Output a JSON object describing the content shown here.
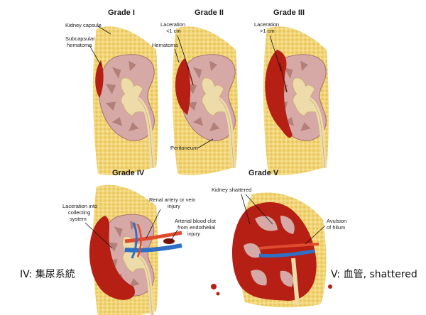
{
  "grades": {
    "i": {
      "title": "Grade I"
    },
    "ii": {
      "title": "Grade II"
    },
    "iii": {
      "title": "Grade III"
    },
    "iv": {
      "title": "Grade IV"
    },
    "v": {
      "title": "Grade V"
    }
  },
  "labels": {
    "kidney_capsule": "Kidney capsule",
    "subcapsular_1": "Subcapsular",
    "subcapsular_2": "hematoma",
    "lac_lt1_1": "Laceration",
    "lac_lt1_2": "<1 cm",
    "hematoma": "Hematoma",
    "lac_gt1_1": "Laceration",
    "lac_gt1_2": ">1 cm",
    "peritoneum": "Peritoneum",
    "collect_1": "Laceration into",
    "collect_2": "collecting",
    "collect_3": "system",
    "renal_1": "Renal artery or vein",
    "renal_2": "injury",
    "clot_1": "Arterial blood clot",
    "clot_2": "from endothelial",
    "clot_3": "injury",
    "shattered": "Kidney shattered",
    "avulsion_1": "Avulsion",
    "avulsion_2": "of hilum"
  },
  "notes": {
    "grade_iv": "IV: 集尿系統",
    "grade_v": "V: 血管, shattered"
  },
  "colors": {
    "fat": "#f3d77a",
    "kidney": "#d6a9a6",
    "pyramid": "#b27f79",
    "pelvis": "#eddcaa",
    "blood": "#b51f14",
    "artery": "#e04a2e",
    "vein": "#2f6fc4"
  }
}
